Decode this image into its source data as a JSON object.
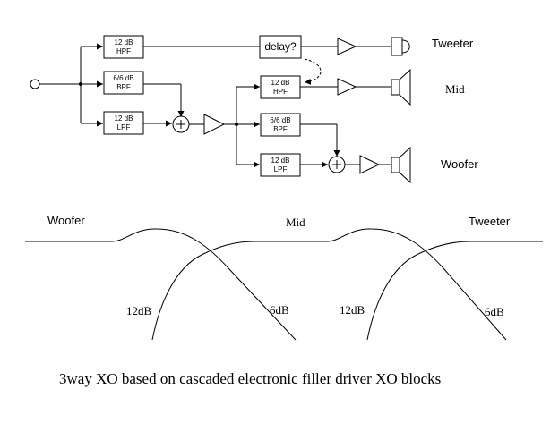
{
  "diagram": {
    "blocks": {
      "hpf1": [
        "12 dB",
        "HPF"
      ],
      "bpf1": [
        "6/6 dB",
        "BPF"
      ],
      "lpf1": [
        "12 dB",
        "LPF"
      ],
      "delay": "delay?",
      "hpf2": [
        "12 dB",
        "HPF"
      ],
      "bpf2": [
        "6/6 dB",
        "BPF"
      ],
      "lpf2": [
        "12 dB",
        "LPF"
      ]
    },
    "speakers": {
      "tweeter": "Tweeter",
      "mid": "Mid",
      "woofer": "Woofer"
    },
    "response": {
      "woofer": "Woofer",
      "mid": "Mid",
      "tweeter": "Tweeter",
      "slope_12db_1": "12dB",
      "slope_6db_1": "6dB",
      "slope_12db_2": "12dB",
      "slope_6db_2": "6dB"
    },
    "caption": "3way XO based on cascaded electronic filler driver XO blocks"
  }
}
